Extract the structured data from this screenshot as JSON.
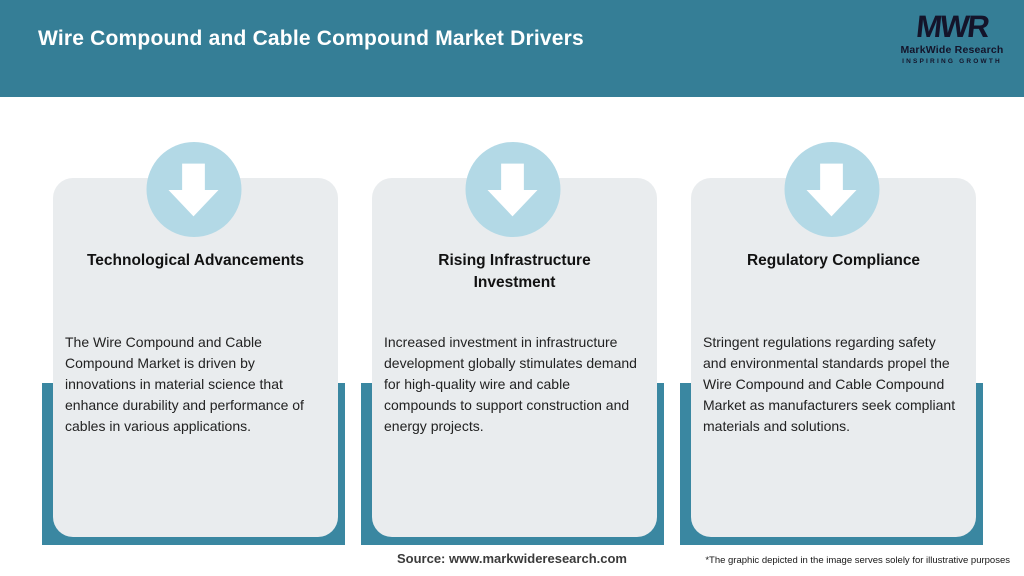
{
  "header": {
    "title": "Wire Compound and Cable Compound Market Drivers",
    "logo": {
      "monogram": "MWR",
      "name": "MarkWide Research",
      "tagline": "INSPIRING GROWTH"
    }
  },
  "cards": [
    {
      "title": "Technological Advancements",
      "body": "The Wire Compound and Cable Compound Market is driven by innovations in material science that enhance durability and performance of cables in various applications.",
      "icon": "down-arrow-icon"
    },
    {
      "title": "Rising Infrastructure\nInvestment",
      "body": "Increased investment in infrastructure development globally stimulates demand for high-quality wire and cable compounds to support construction and energy projects.",
      "icon": "down-arrow-icon"
    },
    {
      "title": "Regulatory Compliance",
      "body": "Stringent regulations regarding safety and environmental standards propel the Wire Compound and Cable Compound Market as manufacturers seek compliant materials and solutions.",
      "icon": "down-arrow-icon"
    }
  ],
  "footer": {
    "source": "Source: www.markwideresearch.com",
    "disclaimer": "*The graphic depicted in the image serves solely for illustrative purposes"
  },
  "colors": {
    "header_bg": "#357E96",
    "bar": "#3A87A1",
    "circle": "#B3D9E6",
    "card_bg": "#E9ECEE",
    "logo_color": "#14142A"
  }
}
